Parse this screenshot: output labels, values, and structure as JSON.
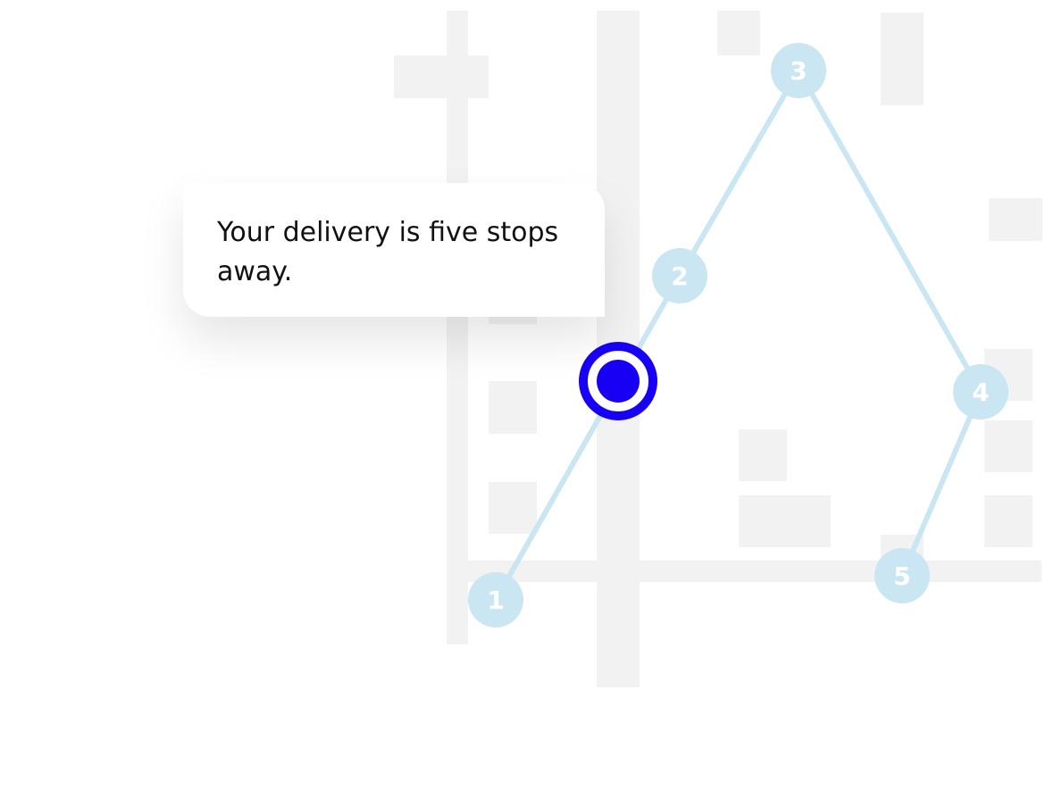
{
  "message": {
    "text": "Your delivery is five stops away."
  },
  "route": {
    "stops": [
      {
        "label": "1"
      },
      {
        "label": "2"
      },
      {
        "label": "3"
      },
      {
        "label": "4"
      },
      {
        "label": "5"
      }
    ]
  },
  "current_location": {
    "icon": "current-location-marker-icon"
  },
  "colors": {
    "route": "#c9e6f2",
    "current_location": "#1800f5",
    "map_block": "#f2f2f2",
    "card_background": "#ffffff",
    "text": "#111111"
  }
}
